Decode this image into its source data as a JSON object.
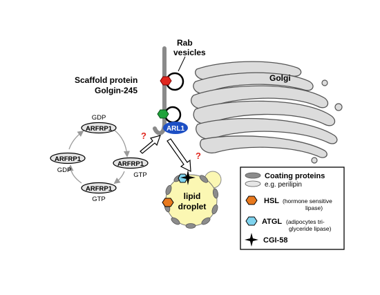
{
  "labels": {
    "rab_line1": "Rab",
    "rab_line2": "vesicles",
    "scaffold_line1": "Scaffold protein",
    "scaffold_line2": "Golgin-245",
    "golgi": "Golgi",
    "arl1": "ARL1",
    "question": "?",
    "lipid_line1": "lipid",
    "lipid_line2": "droplet"
  },
  "cycle": {
    "protein": "ARFRP1",
    "gdp": "GDP",
    "gtp": "GTP"
  },
  "legend": {
    "coating_line1": "Coating proteins",
    "coating_line2": "e.g. perilipin",
    "hsl": "HSL",
    "hsl_desc1": "(hormone sensitive",
    "hsl_desc2": "lipase)",
    "atgl": "ATGL",
    "atgl_desc1": "(adipocytes tri-",
    "atgl_desc2": "glyceride lipase)",
    "cgi": "CGI-58"
  },
  "colors": {
    "hsl": "#e8791e",
    "atgl": "#7fd3ee",
    "arl1": "#1d4fc4",
    "rab_red": "#e0271f",
    "rab_green": "#1fa33a",
    "droplet_fill": "#fbf7b3",
    "golgi_fill": "#d9d9d9",
    "question": "#e0271f"
  }
}
